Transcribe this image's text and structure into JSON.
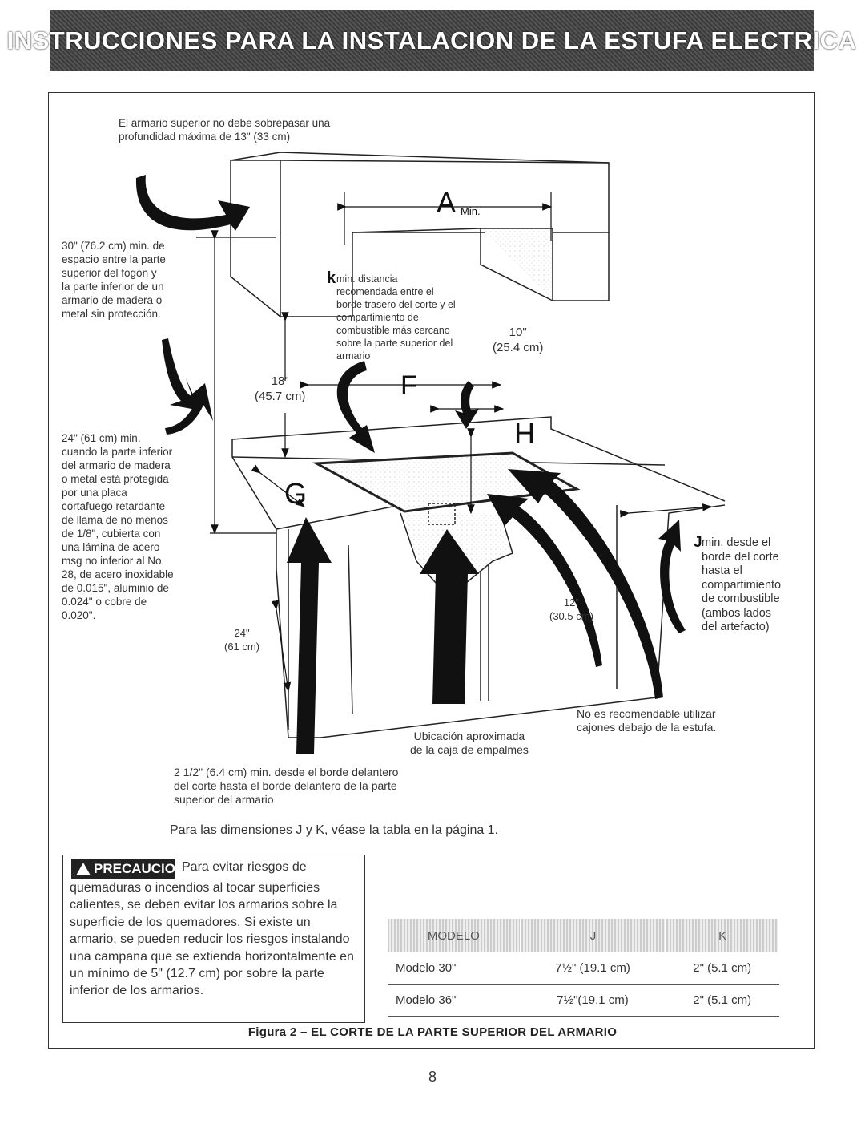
{
  "header": {
    "title": "INSTRUCCIONES PARA LA INSTALACION DE LA ESTUFA ELECTRICA"
  },
  "diagram": {
    "note_upper_cabinet": "El armario superior no debe sobrepasar una\nprofundidad máxima de 13\" (33 cm)",
    "note_30_min": "30\" (76.2 cm) min. de\nespacio entre la parte\nsuperior del fogón y\nla parte inferior de un\narmario de madera o\nmetal sin protección.",
    "note_24_min": "24\" (61 cm) min.\ncuando la parte inferior\ndel armario de madera\no metal está protegida\npor una placa\ncortafuego retardante\nde llama de no menos\nde 1/8\", cubierta con\nuna lámina de acero\nmsg no inferior al No.\n28, de acero inoxidable\nde 0.015\", aluminio de\n0.024\" o cobre de\n0.020\".",
    "label_a": "A",
    "label_a_sub": "Min.",
    "label_k": "k",
    "note_k": " min. distancia\nrecomendada entre el\nborde trasero del corte y el\ncompartimiento de\ncombustible más cercano\nsobre la parte superior del\narmario",
    "dim_10": "10\"\n(25.4 cm)",
    "dim_18": "18\"\n(45.7 cm)",
    "label_f": "F",
    "label_h": "H",
    "label_g": "G",
    "label_j": "J",
    "note_j": " min. desde el\nborde del corte\nhasta el\ncompartimiento\nde combustible\n(ambos lados\ndel artefacto)",
    "dim_12": "12\"\n(30.5 cm)",
    "dim_24_cab": "24\"\n(61 cm)",
    "note_drawers": "No es recomendable utilizar\ncajones debajo de la estufa.",
    "note_junction": "Ubicación aproximada\nde la caja de empalmes",
    "note_front": "2 1/2\" (6.4 cm) min. desde el borde delantero\ndel corte hasta el borde delantero de la parte\nsuperior del armario"
  },
  "dimensions_note": "Para las dimensiones J y K, véase la tabla en la página 1.",
  "caution": {
    "badge": "PRECAUCION",
    "first_line": "Para evitar riesgos de",
    "text": "quemaduras o incendios al tocar superficies calientes, se deben evitar los armarios sobre la superficie de los quemadores. Si existe un armario, se pueden reducir los riesgos instalando una campana que se extienda horizontalmente en un mínimo de 5\" (12.7 cm) por sobre la parte inferior de los armarios."
  },
  "table": {
    "headers": [
      "MODELO",
      "J",
      "K"
    ],
    "rows": [
      [
        "Modelo 30\"",
        "7½\" (19.1 cm)",
        "2\" (5.1 cm)"
      ],
      [
        "Modelo 36\"",
        "7½\"(19.1 cm)",
        "2\" (5.1 cm)"
      ]
    ]
  },
  "figure_caption": "Figura 2 – EL CORTE DE LA PARTE SUPERIOR DEL ARMARIO",
  "page_number": "8"
}
